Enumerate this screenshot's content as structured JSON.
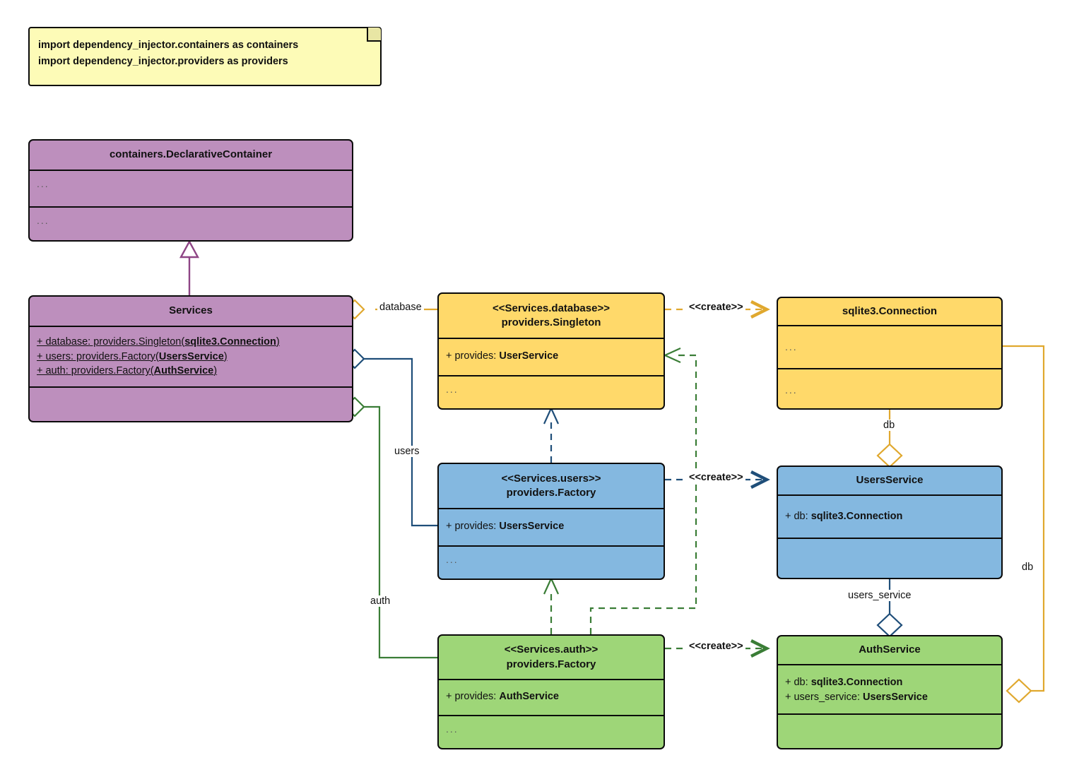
{
  "diagram": {
    "type": "uml-class-diagram",
    "title": "dependency_injector Services container UML",
    "colors": {
      "note_fill": "#fdfbb7",
      "purple": "#bd8fbd",
      "yellow": "#ffd96a",
      "blue": "#84b8e0",
      "green": "#9ed678",
      "purple_edge": "#8e4585",
      "yellow_edge": "#e0a82e",
      "blue_edge": "#1f4e79",
      "green_edge": "#3a7d36",
      "outline": "#0a0a0a"
    }
  },
  "note": {
    "line1": "import dependency_injector.containers as containers",
    "line2": "import dependency_injector.providers as providers"
  },
  "classes": [
    {
      "id": "declarative-container",
      "title": "containers.DeclarativeContainer",
      "stereotype": "",
      "attributes": [
        "..."
      ],
      "operations": [
        "..."
      ],
      "color": "purple"
    },
    {
      "id": "services",
      "title": "Services",
      "stereotype": "",
      "attributes": [
        "+ database: providers.Singleton(sqlite3.Connection)",
        "+ users: providers.Factory(UsersService)",
        "+ auth: providers.Factory(AuthService)"
      ],
      "attributes_parts": [
        {
          "plain": "+ database: providers.Singleton(",
          "bold": "sqlite3.Connection",
          "tail": ")"
        },
        {
          "plain": "+ users: providers.Factory(",
          "bold": "UsersService",
          "tail": ")"
        },
        {
          "plain": "+ auth: providers.Factory(",
          "bold": "AuthService",
          "tail": ")"
        }
      ],
      "operations": [],
      "color": "purple"
    },
    {
      "id": "services-database",
      "stereotype": "<<Services.database>>",
      "title": "providers.Singleton",
      "attributes_parts": [
        {
          "plain": "+ provides: ",
          "bold": "UserService",
          "tail": ""
        }
      ],
      "operations": [
        "..."
      ],
      "color": "yellow"
    },
    {
      "id": "sqlite3-connection",
      "stereotype": "",
      "title": "sqlite3.Connection",
      "attributes": [
        "..."
      ],
      "operations": [
        "..."
      ],
      "color": "yellow"
    },
    {
      "id": "services-users",
      "stereotype": "<<Services.users>>",
      "title": "providers.Factory",
      "attributes_parts": [
        {
          "plain": "+ provides: ",
          "bold": "UsersService",
          "tail": ""
        }
      ],
      "operations": [
        "..."
      ],
      "color": "blue"
    },
    {
      "id": "users-service",
      "stereotype": "",
      "title": "UsersService",
      "attributes_parts": [
        {
          "plain": "+ db: ",
          "bold": "sqlite3.Connection",
          "tail": ""
        }
      ],
      "operations": [],
      "color": "blue"
    },
    {
      "id": "services-auth",
      "stereotype": "<<Services.auth>>",
      "title": "providers.Factory",
      "attributes_parts": [
        {
          "plain": "+ provides: ",
          "bold": "AuthService",
          "tail": ""
        }
      ],
      "operations": [
        "..."
      ],
      "color": "green"
    },
    {
      "id": "auth-service",
      "stereotype": "",
      "title": "AuthService",
      "attributes_parts": [
        {
          "plain": "+ db: ",
          "bold": "sqlite3.Connection",
          "tail": ""
        },
        {
          "plain": "+ users_service: ",
          "bold": "UsersService",
          "tail": ""
        }
      ],
      "operations": [],
      "color": "green"
    }
  ],
  "edges": [
    {
      "id": "inherit-services",
      "from": "services",
      "to": "declarative-container",
      "kind": "generalization",
      "label": "",
      "color": "#8e4585"
    },
    {
      "id": "agg-database",
      "from": "services",
      "to": "services-database",
      "kind": "aggregation",
      "label": "database",
      "color": "#e0a82e"
    },
    {
      "id": "agg-users",
      "from": "services",
      "to": "services-users",
      "kind": "aggregation",
      "label": "users",
      "color": "#1f4e79"
    },
    {
      "id": "agg-auth",
      "from": "services",
      "to": "services-auth",
      "kind": "aggregation",
      "label": "auth",
      "color": "#3a7d36"
    },
    {
      "id": "create-database",
      "from": "services-database",
      "to": "sqlite3-connection",
      "kind": "dependency",
      "label": "<<create>>",
      "color": "#e0a82e"
    },
    {
      "id": "create-users",
      "from": "services-users",
      "to": "users-service",
      "kind": "dependency",
      "label": "<<create>>",
      "color": "#1f4e79"
    },
    {
      "id": "create-auth",
      "from": "services-auth",
      "to": "auth-service",
      "kind": "dependency",
      "label": "<<create>>",
      "color": "#3a7d36"
    },
    {
      "id": "dep-users-to-database",
      "from": "services-users",
      "to": "services-database",
      "kind": "dependency",
      "label": "",
      "color": "#1f4e79"
    },
    {
      "id": "dep-auth-to-users",
      "from": "services-auth",
      "to": "services-users",
      "kind": "dependency",
      "label": "",
      "color": "#3a7d36"
    },
    {
      "id": "dep-auth-to-database",
      "from": "services-auth",
      "to": "services-database",
      "kind": "dependency",
      "label": "",
      "color": "#3a7d36"
    },
    {
      "id": "agg-db-users",
      "from": "sqlite3-connection",
      "to": "users-service",
      "kind": "aggregation",
      "label": "db",
      "color": "#e0a82e"
    },
    {
      "id": "agg-db-auth",
      "from": "sqlite3-connection",
      "to": "auth-service",
      "kind": "aggregation",
      "label": "db",
      "color": "#e0a82e"
    },
    {
      "id": "agg-users-service-auth",
      "from": "users-service",
      "to": "auth-service",
      "kind": "aggregation",
      "label": "users_service",
      "color": "#1f4e79"
    }
  ],
  "labels": {
    "database": "database",
    "users": "users",
    "auth": "auth",
    "create": "<<create>>",
    "db1": "db",
    "db2": "db",
    "users_service": "users_service"
  }
}
